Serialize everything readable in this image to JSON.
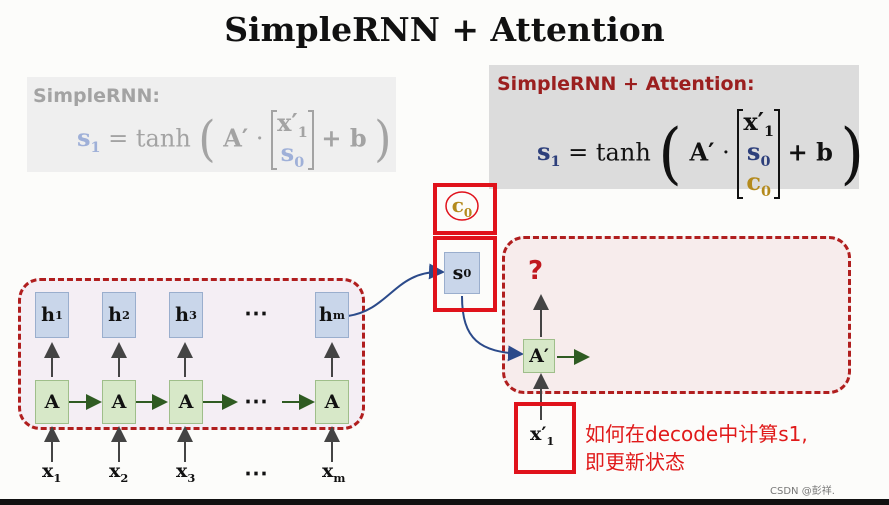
{
  "title": "SimpleRNN + Attention",
  "panels": {
    "left_title": "SimpleRNN:",
    "right_title": "SimpleRNN + Attention:",
    "formula": {
      "lhs": "s",
      "lhs_sub": "1",
      "eq": "= tanh",
      "A": "A′",
      "dot": "·",
      "x_sub": "1",
      "plus_b": "+ b",
      "s0": "s",
      "s0_sub": "0",
      "c0": "c",
      "c0_sub": "0"
    }
  },
  "encoder": {
    "h_labels": [
      "h",
      "h",
      "h",
      "h"
    ],
    "h_subs": [
      "1",
      "2",
      "3",
      "m"
    ],
    "a_label": "A",
    "x_labels": [
      "x",
      "x",
      "x",
      "x"
    ],
    "x_subs": [
      "1",
      "2",
      "3",
      "m"
    ],
    "ellipsis": "⋯"
  },
  "decoder": {
    "s0": "s",
    "s0_sub": "0",
    "c0": "c",
    "c0_sub": "0",
    "a_prime": "A′",
    "question": "?",
    "x_prime": "x′",
    "x_prime_sub": "1"
  },
  "note": {
    "line1": "如何在decode中计算s1,",
    "line2": "即更新状态"
  },
  "watermark": "CSDN @彭祥.",
  "colors": {
    "red": "#e0121b",
    "dashed": "#b01e1e",
    "gold": "#b48a1c",
    "blue_vec": "#2d3f7b",
    "arrow_blue": "#2b4a8a",
    "arrow_green": "#2f5b22"
  }
}
